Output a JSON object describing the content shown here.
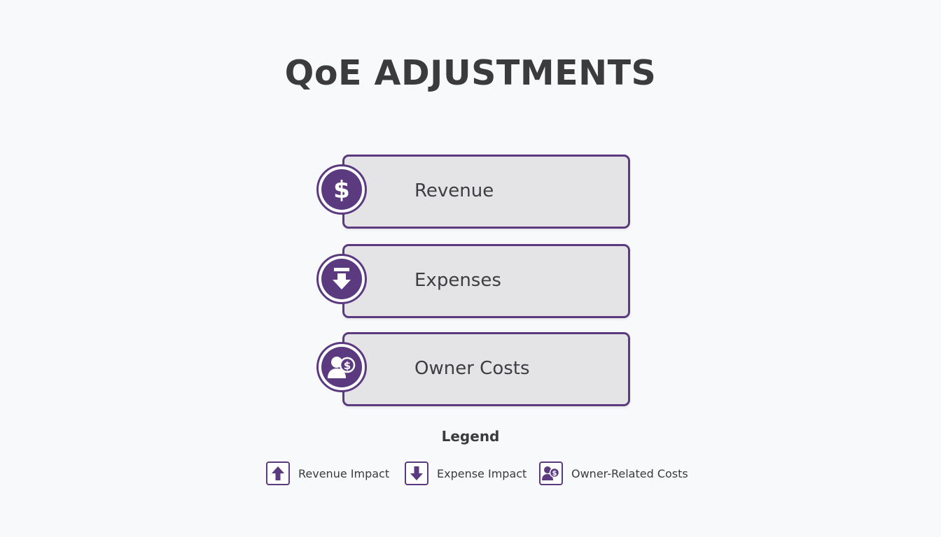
{
  "title": "QoE ADJUSTMENTS",
  "items": [
    {
      "label": "Revenue",
      "icon": "dollar-icon"
    },
    {
      "label": "Expenses",
      "icon": "arrow-down-icon"
    },
    {
      "label": "Owner Costs",
      "icon": "owner-cost-icon"
    }
  ],
  "legend": {
    "title": "Legend",
    "entries": [
      {
        "label": "Revenue Impact",
        "icon": "arrow-up-icon"
      },
      {
        "label": "Expense Impact",
        "icon": "arrow-down-icon"
      },
      {
        "label": "Owner-Related Costs",
        "icon": "owner-cost-icon"
      }
    ]
  },
  "colors": {
    "accent": "#5b3a80",
    "card_fill": "#e4e4e6",
    "background": "#f8f9fa",
    "text": "#3b3b3e"
  }
}
